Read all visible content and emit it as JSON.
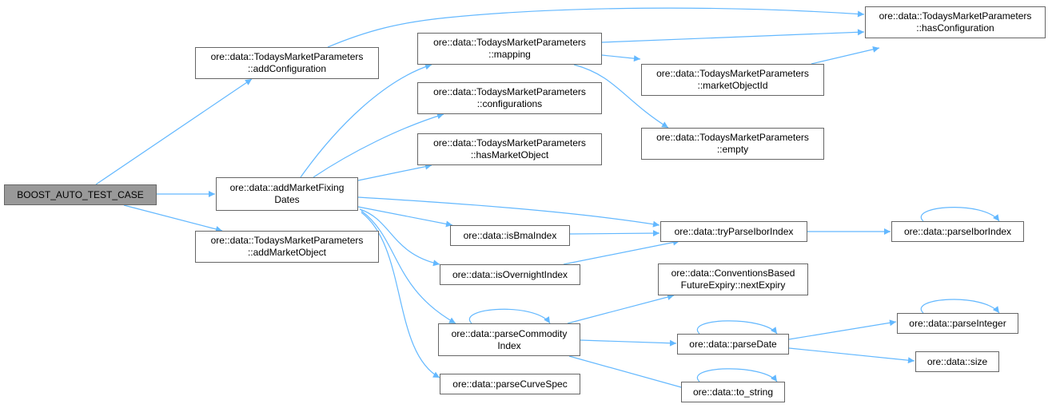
{
  "graph": {
    "type": "call-graph",
    "edge_color": "#63b8ff",
    "root_fill": "#999999",
    "nodes": {
      "root": {
        "l1": "BOOST_AUTO_TEST_CASE"
      },
      "addConfiguration": {
        "l1": "ore::data::TodaysMarketParameters",
        "l2": "::addConfiguration"
      },
      "addMarketFixingDates": {
        "l1": "ore::data::addMarketFixing",
        "l2": "Dates"
      },
      "addMarketObject": {
        "l1": "ore::data::TodaysMarketParameters",
        "l2": "::addMarketObject"
      },
      "mapping": {
        "l1": "ore::data::TodaysMarketParameters",
        "l2": "::mapping"
      },
      "configurations": {
        "l1": "ore::data::TodaysMarketParameters",
        "l2": "::configurations"
      },
      "hasMarketObject": {
        "l1": "ore::data::TodaysMarketParameters",
        "l2": "::hasMarketObject"
      },
      "isBmaIndex": {
        "l1": "ore::data::isBmaIndex"
      },
      "isOvernightIndex": {
        "l1": "ore::data::isOvernightIndex"
      },
      "parseCommodityIndex": {
        "l1": "ore::data::parseCommodity",
        "l2": "Index"
      },
      "parseCurveSpec": {
        "l1": "ore::data::parseCurveSpec"
      },
      "hasConfiguration": {
        "l1": "ore::data::TodaysMarketParameters",
        "l2": "::hasConfiguration"
      },
      "marketObjectId": {
        "l1": "ore::data::TodaysMarketParameters",
        "l2": "::marketObjectId"
      },
      "empty": {
        "l1": "ore::data::TodaysMarketParameters",
        "l2": "::empty"
      },
      "tryParseIborIndex": {
        "l1": "ore::data::tryParseIborIndex"
      },
      "parseIborIndex": {
        "l1": "ore::data::parseIborIndex"
      },
      "nextExpiry": {
        "l1": "ore::data::ConventionsBased",
        "l2": "FutureExpiry::nextExpiry"
      },
      "parseDate": {
        "l1": "ore::data::parseDate"
      },
      "parseInteger": {
        "l1": "ore::data::parseInteger"
      },
      "size": {
        "l1": "ore::data::size"
      },
      "to_string": {
        "l1": "ore::data::to_string"
      }
    }
  }
}
